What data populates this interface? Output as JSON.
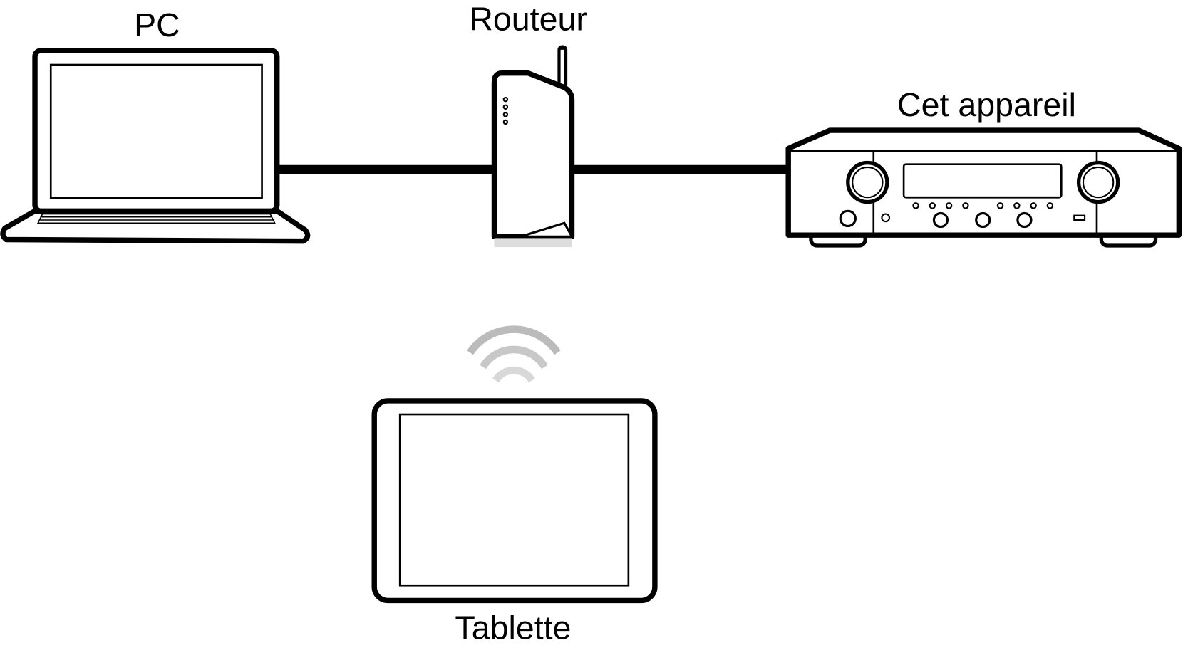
{
  "labels": {
    "pc": "PC",
    "router": "Routeur",
    "device": "Cet appareil",
    "tablet": "Tablette"
  },
  "colors": {
    "line": "#000000",
    "background": "#ffffff",
    "wifi": "#b0b0b0"
  },
  "connections": [
    {
      "from": "PC",
      "to": "Routeur",
      "type": "wired"
    },
    {
      "from": "Routeur",
      "to": "Cet appareil",
      "type": "wired"
    },
    {
      "from": "Tablette",
      "to": "Routeur",
      "type": "wireless"
    }
  ]
}
